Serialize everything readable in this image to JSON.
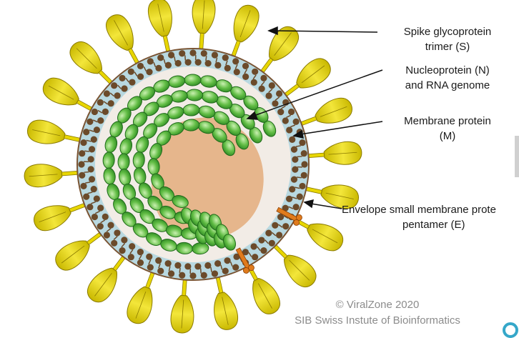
{
  "labels": {
    "spike": [
      "Spike glycoprotein",
      "trimer (S)"
    ],
    "nucleo": [
      "Nucleoprotein (N)",
      "and RNA genome"
    ],
    "membrane": [
      "Membrane protein",
      "(M)"
    ],
    "envelope": [
      "Envelope small membrane prote",
      "pentamer (E)"
    ]
  },
  "credit": {
    "line1": "© ViralZone 2020",
    "line2": "SIB Swiss Instute of Bioinformatics"
  },
  "colors": {
    "spike": "#e8d600",
    "spike_outline": "#8a7a00",
    "membrane_bead": "#6b4a2a",
    "membrane_fill": "#b8d8e0",
    "interior": "#e6b68c",
    "nucleoprotein": "#62bd45",
    "nucleoprotein_outline": "#1f6a1a",
    "envelope_protein": "#e07b1c",
    "edge_icon": "#35a7c9"
  }
}
